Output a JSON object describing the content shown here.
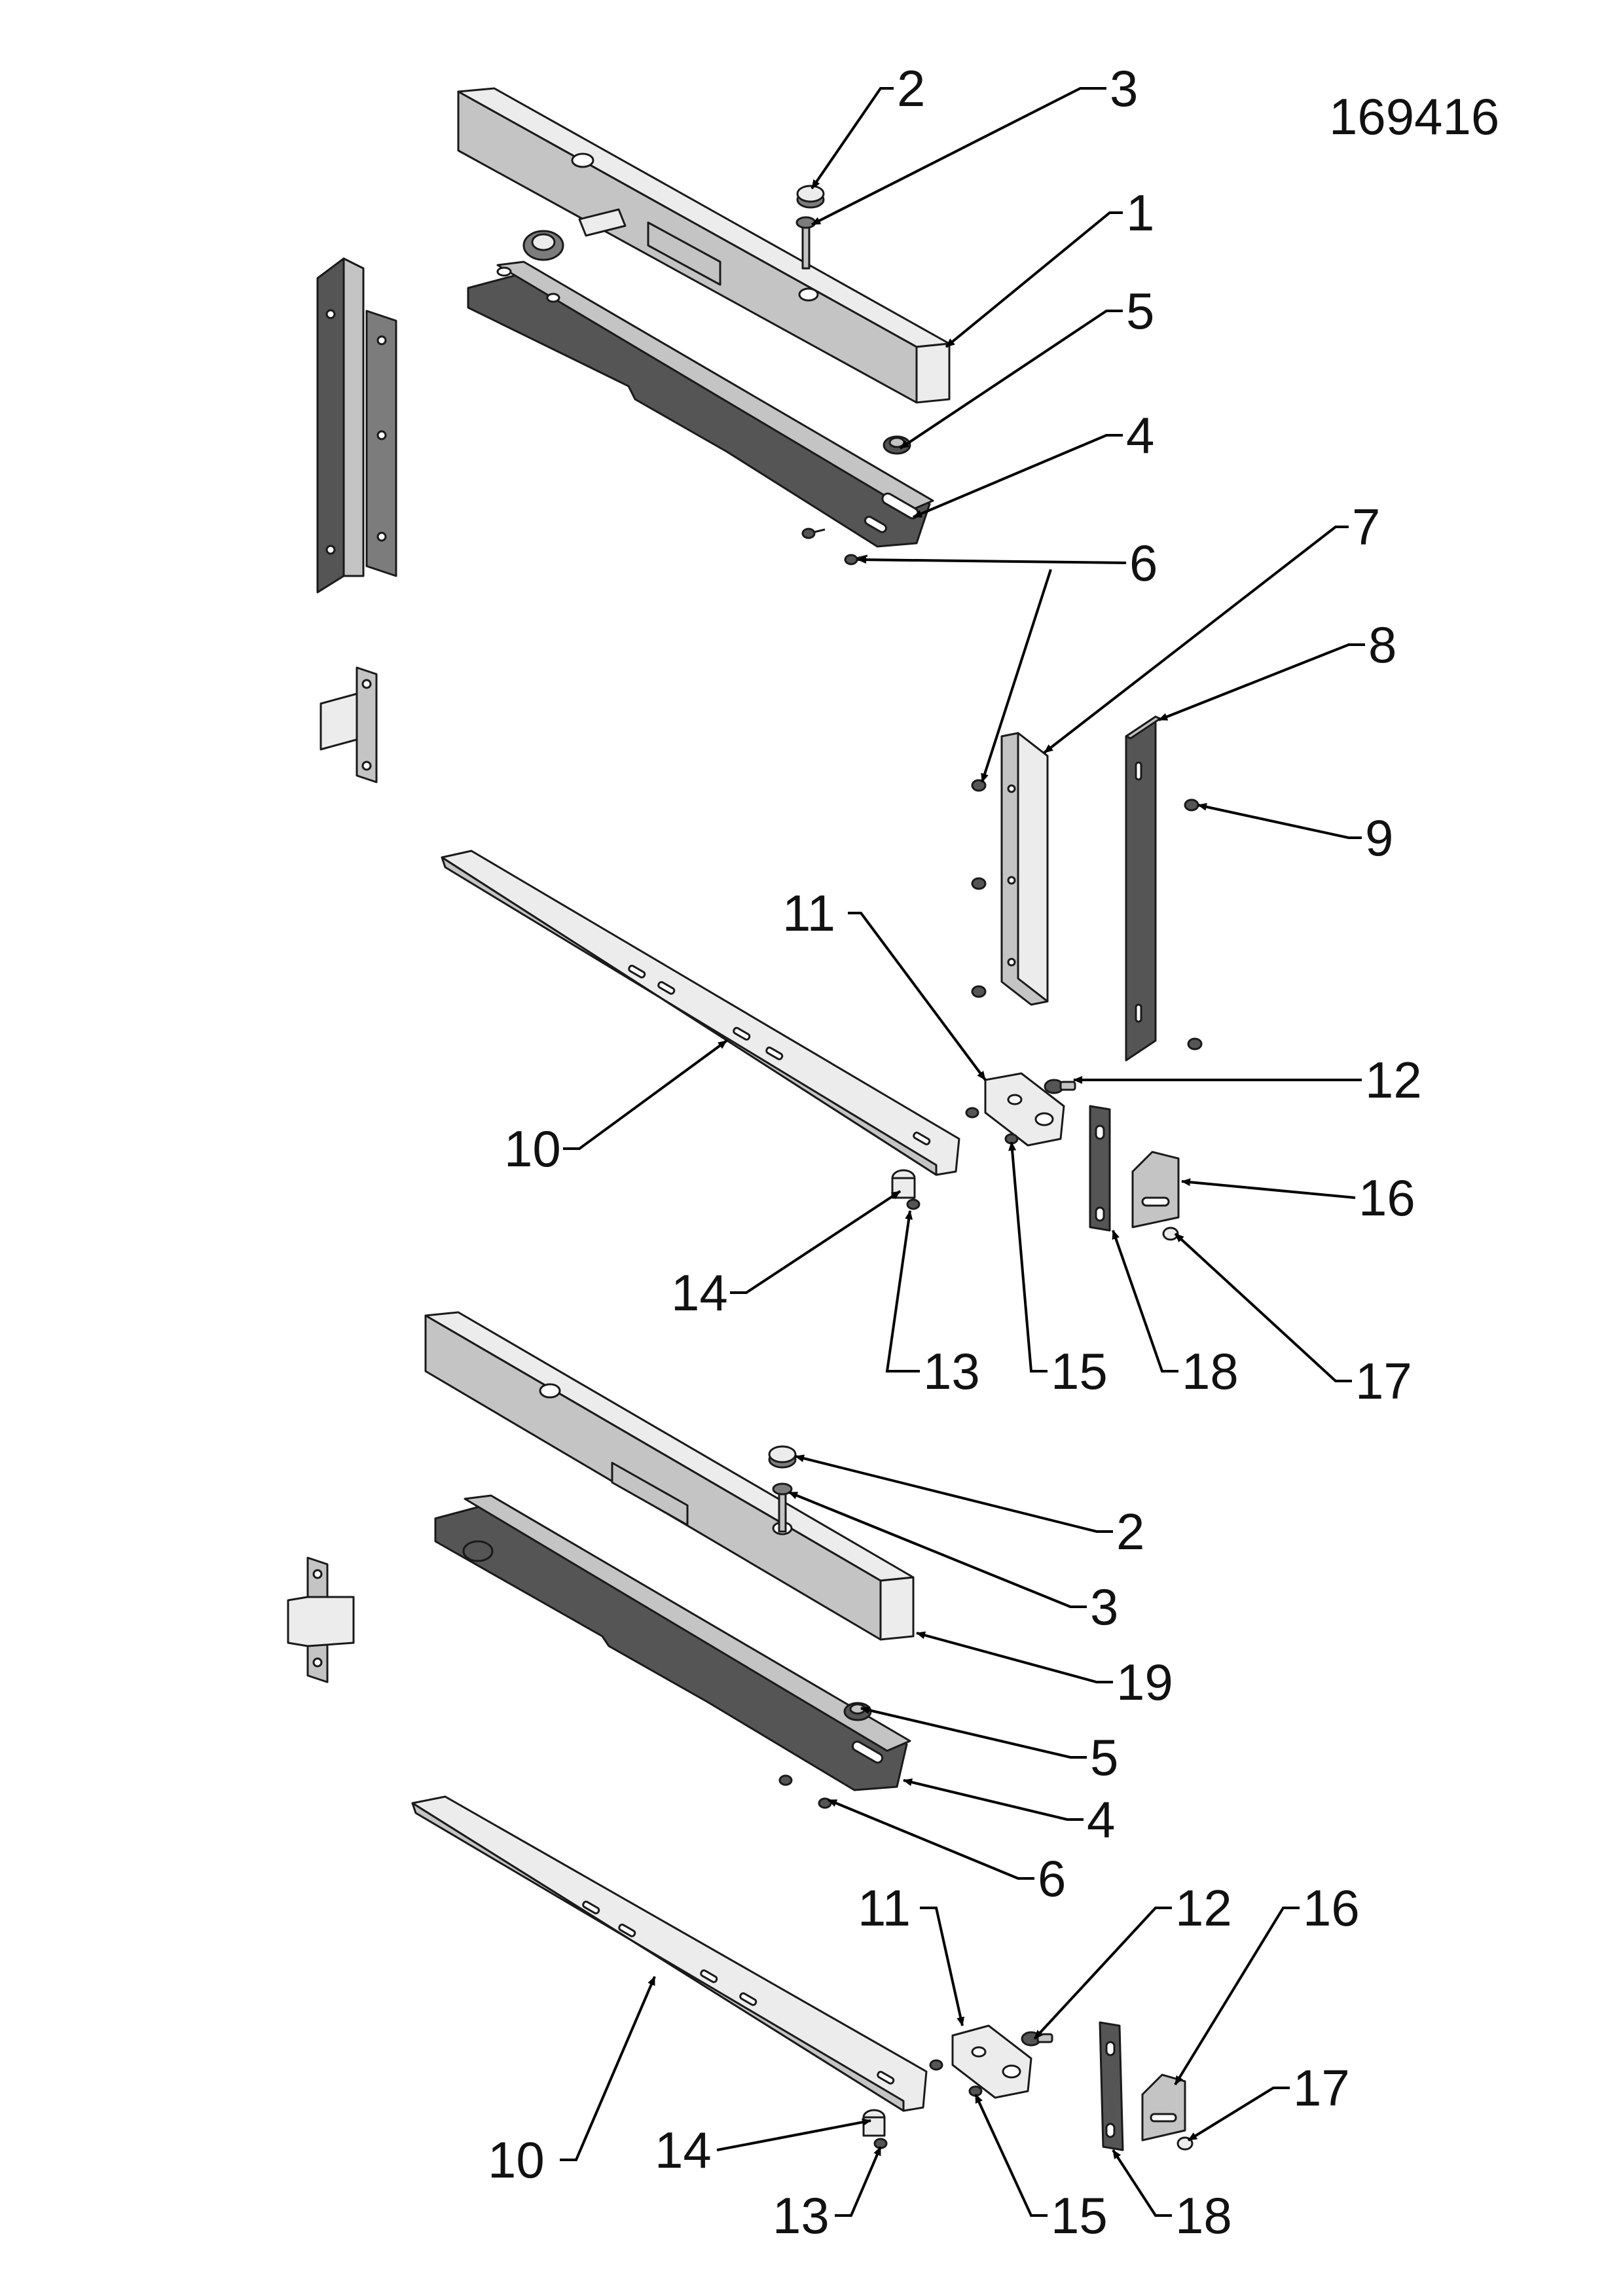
{
  "drawing_number": "169416",
  "callouts": {
    "upper": [
      "1",
      "2",
      "3",
      "4",
      "5",
      "6",
      "7",
      "8",
      "9",
      "10",
      "11",
      "12",
      "13",
      "14",
      "15",
      "16",
      "17",
      "18"
    ],
    "lower": [
      "2",
      "3",
      "4",
      "5",
      "6",
      "10",
      "11",
      "12",
      "13",
      "14",
      "15",
      "16",
      "17",
      "18",
      "19"
    ]
  },
  "colors": {
    "line": "#000000",
    "face_light": "#ececec",
    "face_mid": "#c4c4c4",
    "face_dark": "#7c7c7c"
  }
}
